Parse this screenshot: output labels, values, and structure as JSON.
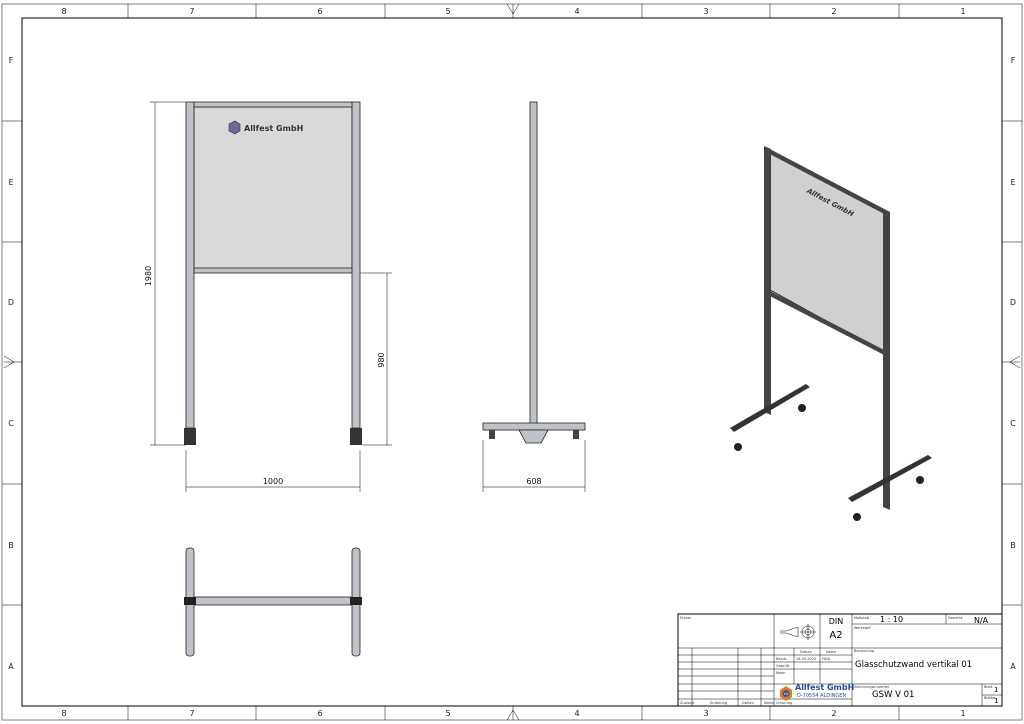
{
  "frame": {
    "columns": [
      "8",
      "7",
      "6",
      "5",
      "4",
      "3",
      "2",
      "1"
    ],
    "rows": [
      "F",
      "E",
      "D",
      "C",
      "B",
      "A"
    ]
  },
  "views": {
    "front": {
      "height_dim": "1980",
      "lower_dim": "980",
      "width_dim": "1000",
      "panel_logo_text": "Allfest GmbH"
    },
    "side": {
      "depth_dim": "608"
    },
    "iso": {
      "panel_logo_text": "Allfest GmbH"
    }
  },
  "title_block": {
    "ersatz_label": "Ersatz",
    "format_norm": "DIN",
    "format": "A2",
    "scale_label": "Maßstab",
    "scale": "1 : 10",
    "weight_label": "Gewicht",
    "weight": "N/A",
    "material_label": "Werkstoff",
    "name_label": "Benennung",
    "name": "Glasschutzwand vertikal 01",
    "drawing_no_label": "Zeichnungsnummer",
    "drawing_no": "GSW V 01",
    "sheet_label": "Blatt",
    "sheet": "1",
    "sheets_label": "Blätter",
    "sheets": "1",
    "date_header": "Datum",
    "name_header": "Name",
    "bearb_label": "Bearb.",
    "bearb_date": "16.03.2020",
    "bearb_name": "FIDA",
    "gepr_label": "Geprüft",
    "norm_label": "Norm",
    "origin_label": "Ursprung",
    "status_label": "Zustand",
    "change_label": "Änderung",
    "change_date_label": "Datum",
    "change_name_label": "Name",
    "company": "Allfest GmbH",
    "company_address": "D-70554 ALDINGEN",
    "logo_text": "FH"
  }
}
